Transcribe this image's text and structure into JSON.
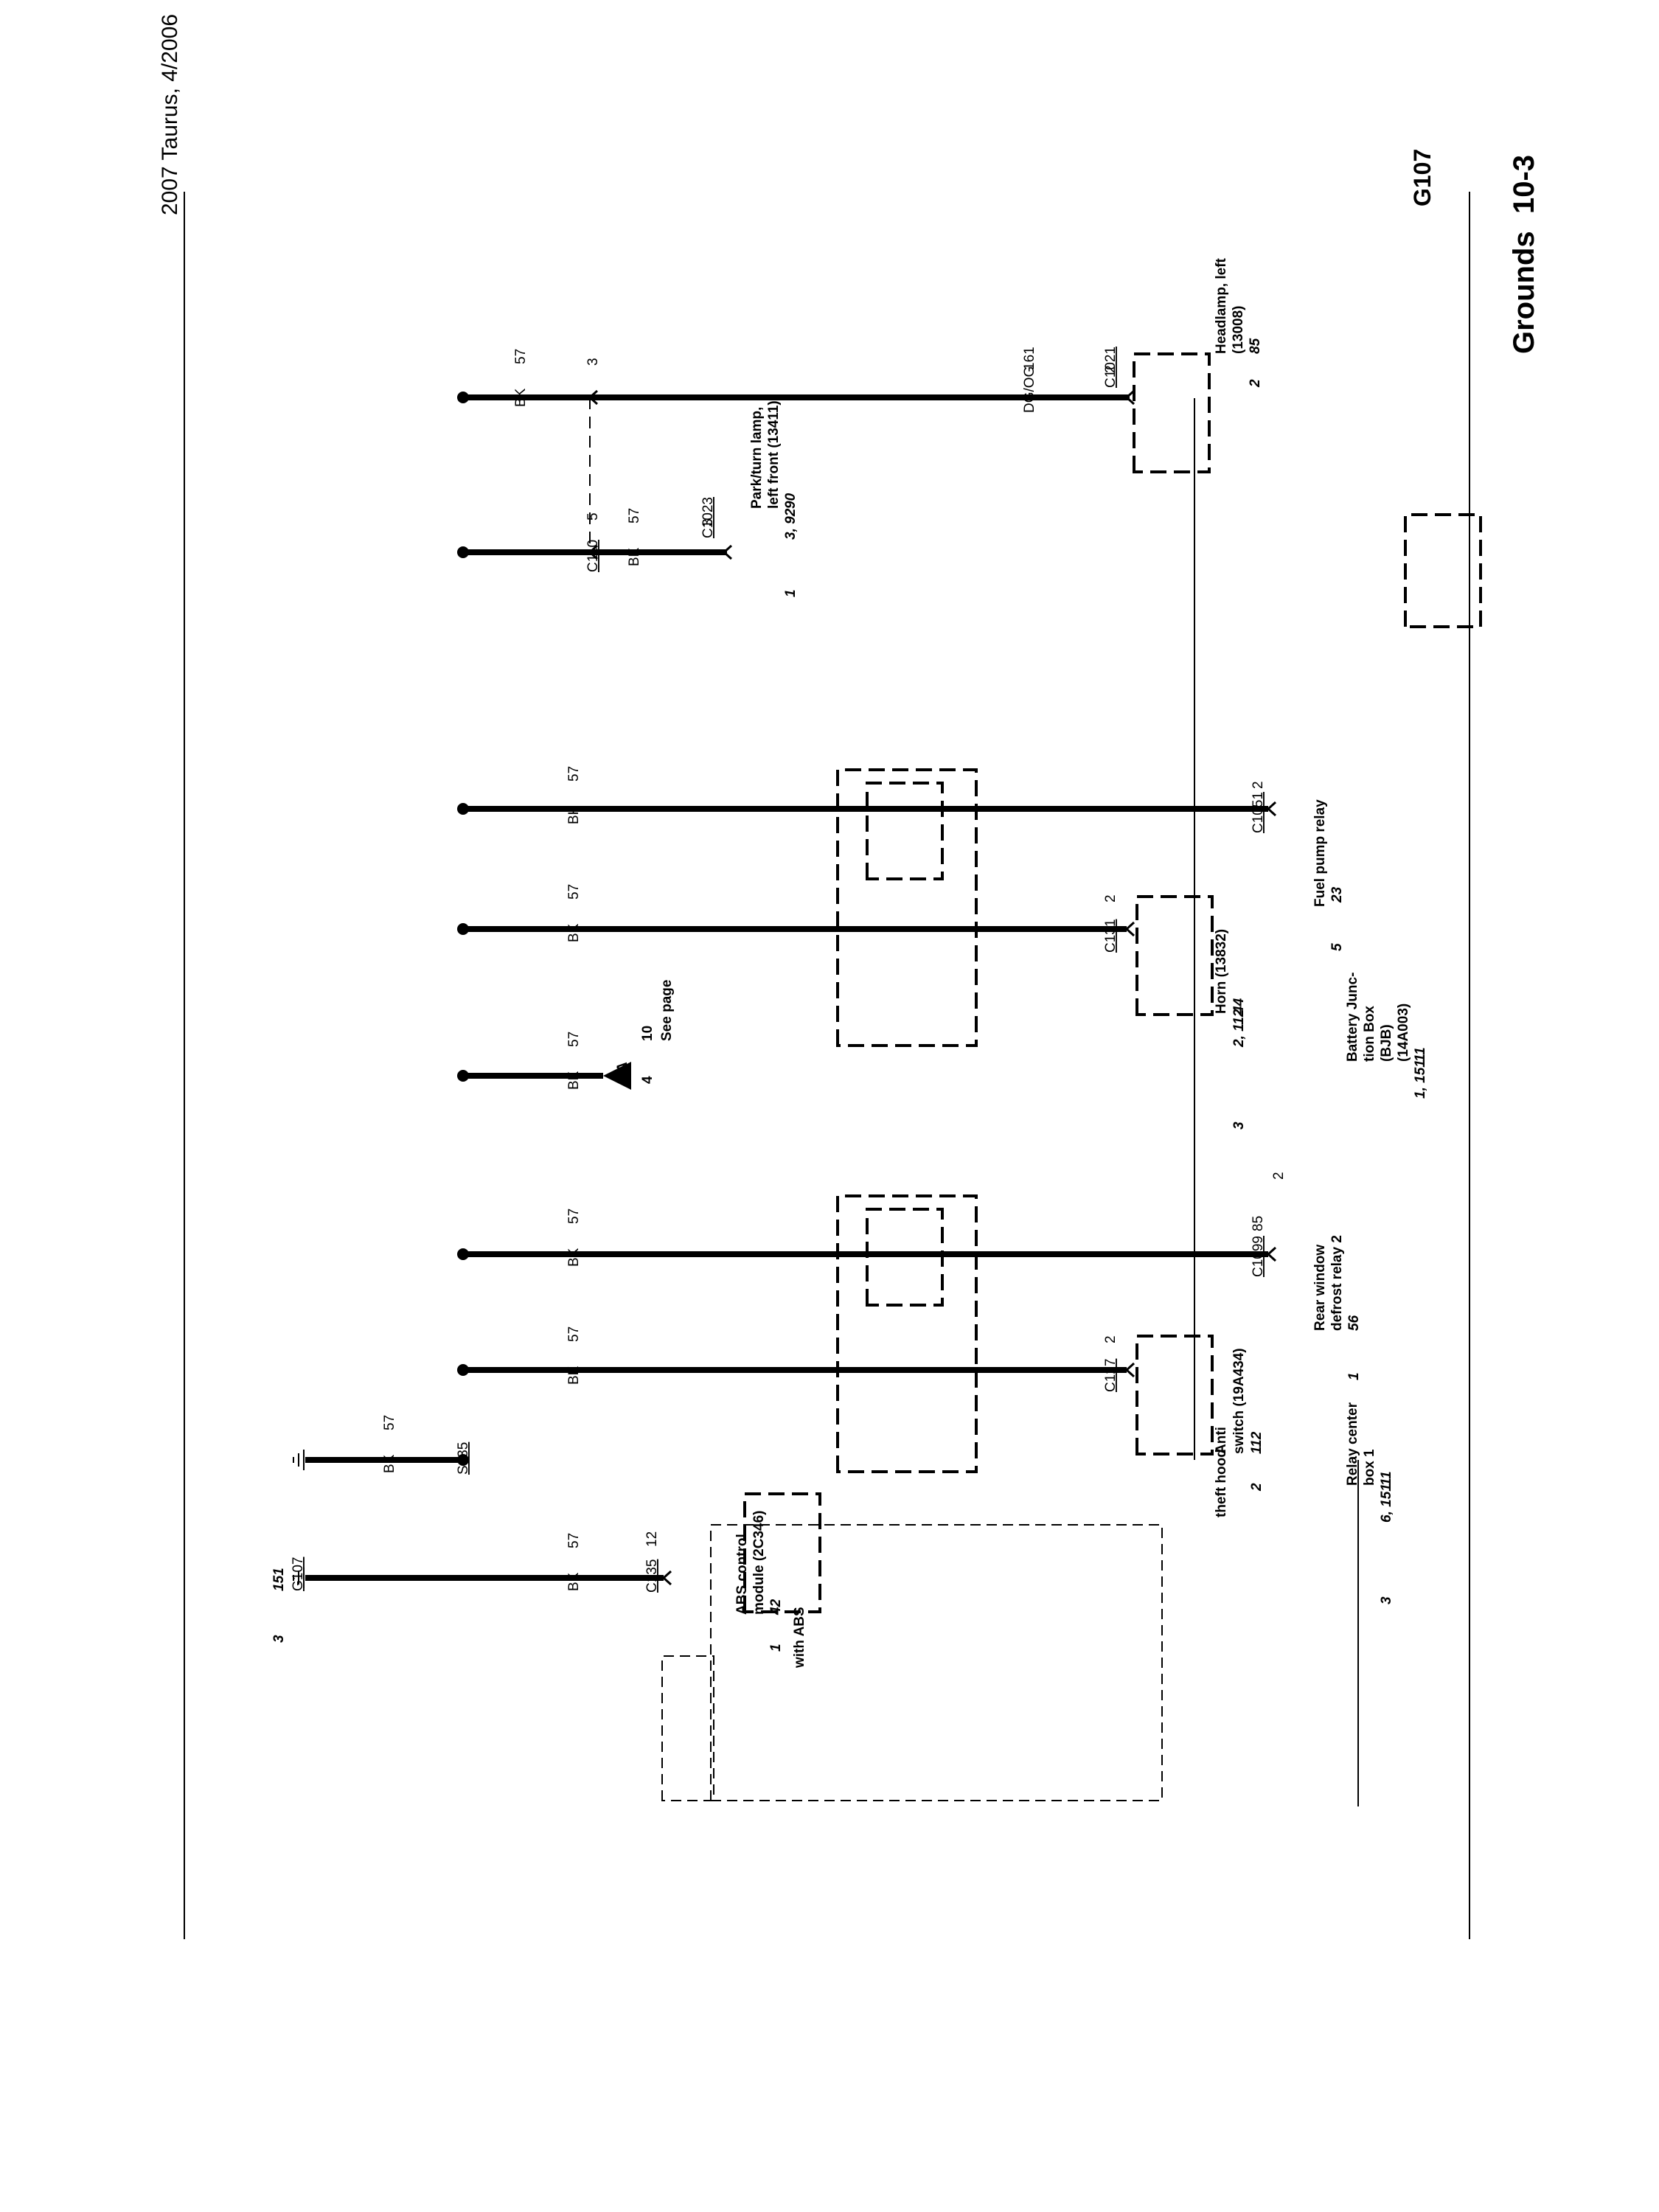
{
  "page_number": "10-3",
  "section_title": "Grounds",
  "ground_id": "G107",
  "footer": "2007 Taurus, 4/2006",
  "components": {
    "headlamp": {
      "name": [
        "Headlamp, left",
        "(13008)"
      ],
      "ref": [
        "85",
        "2"
      ]
    },
    "park_turn": {
      "name": [
        "Park/turn lamp,",
        "left front (13411)"
      ],
      "ref": [
        "90",
        "3, 92",
        "1"
      ]
    },
    "bjb": {
      "name": [
        "Battery Junc-",
        "tion Box",
        "(BJB)",
        "(14A003)"
      ],
      "ref": [
        "11",
        "1, 151"
      ]
    },
    "fuel_relay": {
      "name": [
        "Fuel pump relay"
      ],
      "ref": [
        "23",
        "5"
      ]
    },
    "horn": {
      "name": [
        "Horn (13832)"
      ],
      "ref": [
        "44",
        "2, 112",
        "3"
      ]
    },
    "see_page": {
      "text": "See page",
      "ref": [
        "10",
        "4"
      ],
      "marker": "A"
    },
    "rcb": {
      "name": [
        "Relay center",
        "box 1"
      ],
      "ref": [
        "11",
        "6, 151",
        "3"
      ]
    },
    "rear_defrost": {
      "name": [
        "Rear window",
        "defrost relay 2"
      ],
      "ref": [
        "56",
        "1"
      ]
    },
    "anti_theft": {
      "name": [
        "Anti",
        "theft hood",
        "switch (19A434)"
      ],
      "ref": [
        "112",
        "2"
      ]
    },
    "with_abs": "with ABS",
    "abs_module": {
      "name": [
        "ABS control",
        "module (2C346)"
      ],
      "ref": [
        "42",
        "1"
      ]
    },
    "ground_ref": [
      "151",
      "3"
    ]
  },
  "connectors": {
    "c1021": "C1021",
    "c1023": "C1023",
    "c110": "C110",
    "c1051": "C1051",
    "c131": "C131",
    "c1099": "C1099",
    "c127": "C127",
    "s135": "S135",
    "c135": "C135",
    "g107": "G107"
  },
  "pins": {
    "c1021": "2",
    "c1023": "3",
    "c110_a": "3",
    "c110_b": "5",
    "c1051": "2",
    "c131": "2",
    "c1099_a": "2",
    "c1099_b": "85",
    "c127": "2",
    "c135": "12"
  },
  "wires": {
    "headlamp_in": {
      "circuit": "161",
      "color": "DG/OG"
    },
    "headlamp_out": {
      "circuit": "57",
      "color": "BK"
    },
    "park_turn": {
      "circuit": "57",
      "color": "BK"
    },
    "bjb": {
      "circuit": "57",
      "color": "BK"
    },
    "horn": {
      "circuit": "57",
      "color": "BK"
    },
    "see_page": {
      "circuit": "57",
      "color": "BK"
    },
    "rcb": {
      "circuit": "57",
      "color": "BK"
    },
    "anti_theft": {
      "circuit": "57",
      "color": "BK"
    },
    "s135": {
      "circuit": "57",
      "color": "BK"
    },
    "abs": {
      "circuit": "57",
      "color": "BK"
    }
  }
}
